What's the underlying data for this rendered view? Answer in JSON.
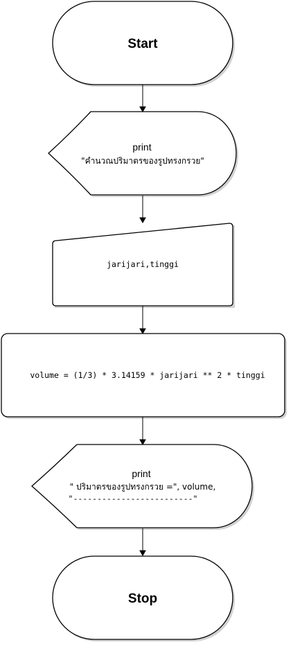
{
  "nodes": {
    "start": {
      "label": "Start"
    },
    "output1": {
      "keyword": "print",
      "text": "\"คำนวณปริมาตรของรูปทรงกรวย\""
    },
    "input": {
      "text": "jarijari,tinggi"
    },
    "process": {
      "text": "volume = (1/3) * 3.14159 * jarijari ** 2 * tinggi"
    },
    "output2": {
      "keyword": "print",
      "line1": "\"  ปริมาตรของรูปทรงกรวย =\", volume,",
      "line2": "\"-------------------------\""
    },
    "stop": {
      "label": "Stop"
    }
  }
}
